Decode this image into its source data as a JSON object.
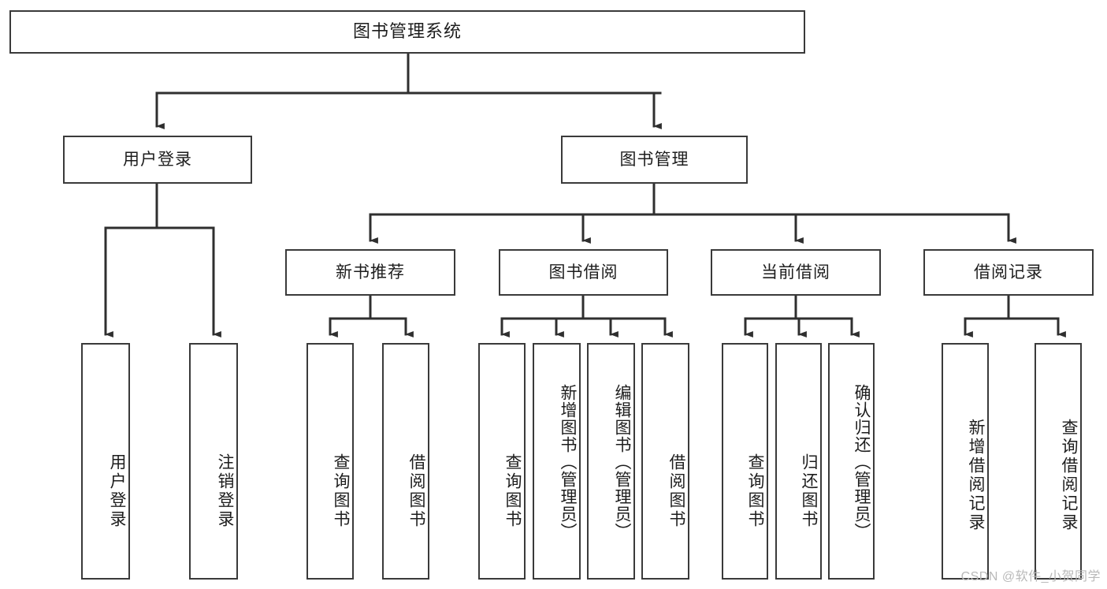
{
  "diagram": {
    "title": "图书管理系统",
    "type": "tree",
    "stroke_color": "#3a3a3a",
    "text_color": "#1d1d1d",
    "background_color": "#ffffff",
    "root": {
      "id": "root",
      "label": "图书管理系统"
    },
    "level1": [
      {
        "id": "user-login",
        "label": "用户登录"
      },
      {
        "id": "book-management",
        "label": "图书管理"
      }
    ],
    "level2": [
      {
        "id": "new-book-recommend",
        "label": "新书推荐",
        "parent": "book-management"
      },
      {
        "id": "book-borrow",
        "label": "图书借阅",
        "parent": "book-management"
      },
      {
        "id": "current-borrow",
        "label": "当前借阅",
        "parent": "book-management"
      },
      {
        "id": "borrow-record",
        "label": "借阅记录",
        "parent": "book-management"
      }
    ],
    "leaves": {
      "user_login": [
        {
          "id": "leaf-user-login",
          "label": "用户登录"
        },
        {
          "id": "leaf-user-logout",
          "label": "注销登录"
        }
      ],
      "new_book_recommend": [
        {
          "id": "leaf-query-book-1",
          "label": "查询图书"
        },
        {
          "id": "leaf-borrow-book-1",
          "label": "借阅图书"
        }
      ],
      "book_borrow": [
        {
          "id": "leaf-query-book-2",
          "label": "查询图书"
        },
        {
          "id": "leaf-add-book",
          "label": "新增图书（管理员）"
        },
        {
          "id": "leaf-edit-book",
          "label": "编辑图书（管理员）"
        },
        {
          "id": "leaf-borrow-book-2",
          "label": "借阅图书"
        }
      ],
      "current_borrow": [
        {
          "id": "leaf-query-book-3",
          "label": "查询图书"
        },
        {
          "id": "leaf-return-book",
          "label": "归还图书"
        },
        {
          "id": "leaf-confirm-return",
          "label": "确认归还（管理员）"
        }
      ],
      "borrow_record": [
        {
          "id": "leaf-add-record",
          "label": "新增借阅记录"
        },
        {
          "id": "leaf-query-record",
          "label": "查询借阅记录"
        }
      ]
    }
  },
  "watermark": {
    "text": "CSDN @软件_小贺同学"
  }
}
